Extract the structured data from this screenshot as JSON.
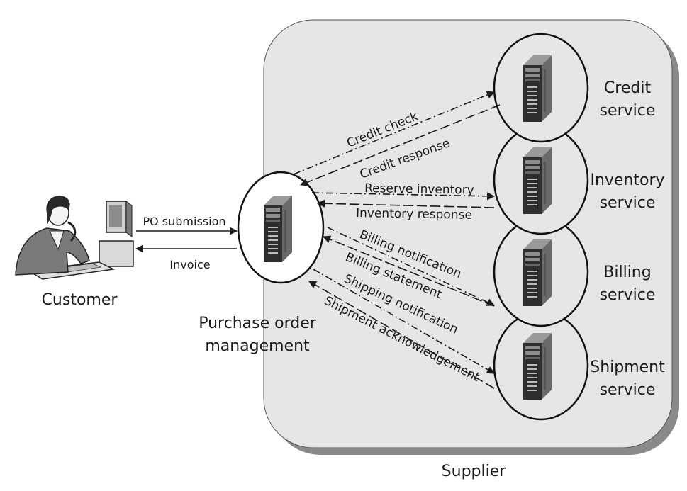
{
  "customer": {
    "label": "Customer"
  },
  "po_management": {
    "label_line1": "Purchase order",
    "label_line2": "management"
  },
  "supplier": {
    "label": "Supplier"
  },
  "services": {
    "credit": {
      "line1": "Credit",
      "line2": "service"
    },
    "inventory": {
      "line1": "Inventory",
      "line2": "service"
    },
    "billing": {
      "line1": "Billing",
      "line2": "service"
    },
    "shipment": {
      "line1": "Shipment",
      "line2": "service"
    }
  },
  "flows": {
    "po_submission": "PO submission",
    "invoice": "Invoice",
    "credit_check": "Credit check",
    "credit_response": "Credit response",
    "reserve_inventory": "Reserve inventory",
    "inventory_response": "Inventory response",
    "billing_notification": "Billing notification",
    "billing_statement": "Billing statement",
    "shipping_notification": "Shipping notification",
    "shipment_acknowledgement": "Shipment acknowledgement"
  },
  "colors": {
    "supplier_fill": "#e6e6e6",
    "supplier_shadow": "#8a8a8a",
    "server_body": "#3a3a3a",
    "line": "#1a1a1a"
  },
  "icons": {
    "customer": "person-at-computer-icon",
    "server": "server-tower-icon"
  }
}
